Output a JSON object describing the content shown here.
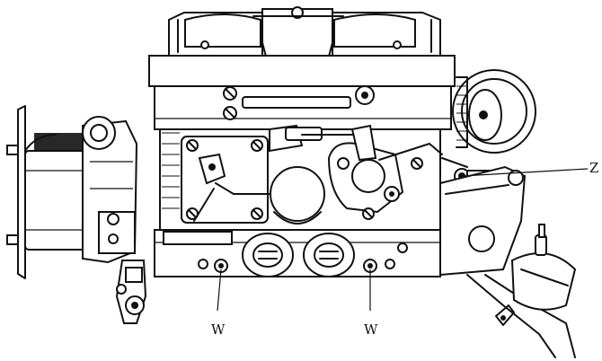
{
  "callouts": {
    "z": "Z",
    "w_left": "W",
    "w_right": "W"
  },
  "colors": {
    "ink": "#111111",
    "paper": "#ffffff"
  }
}
